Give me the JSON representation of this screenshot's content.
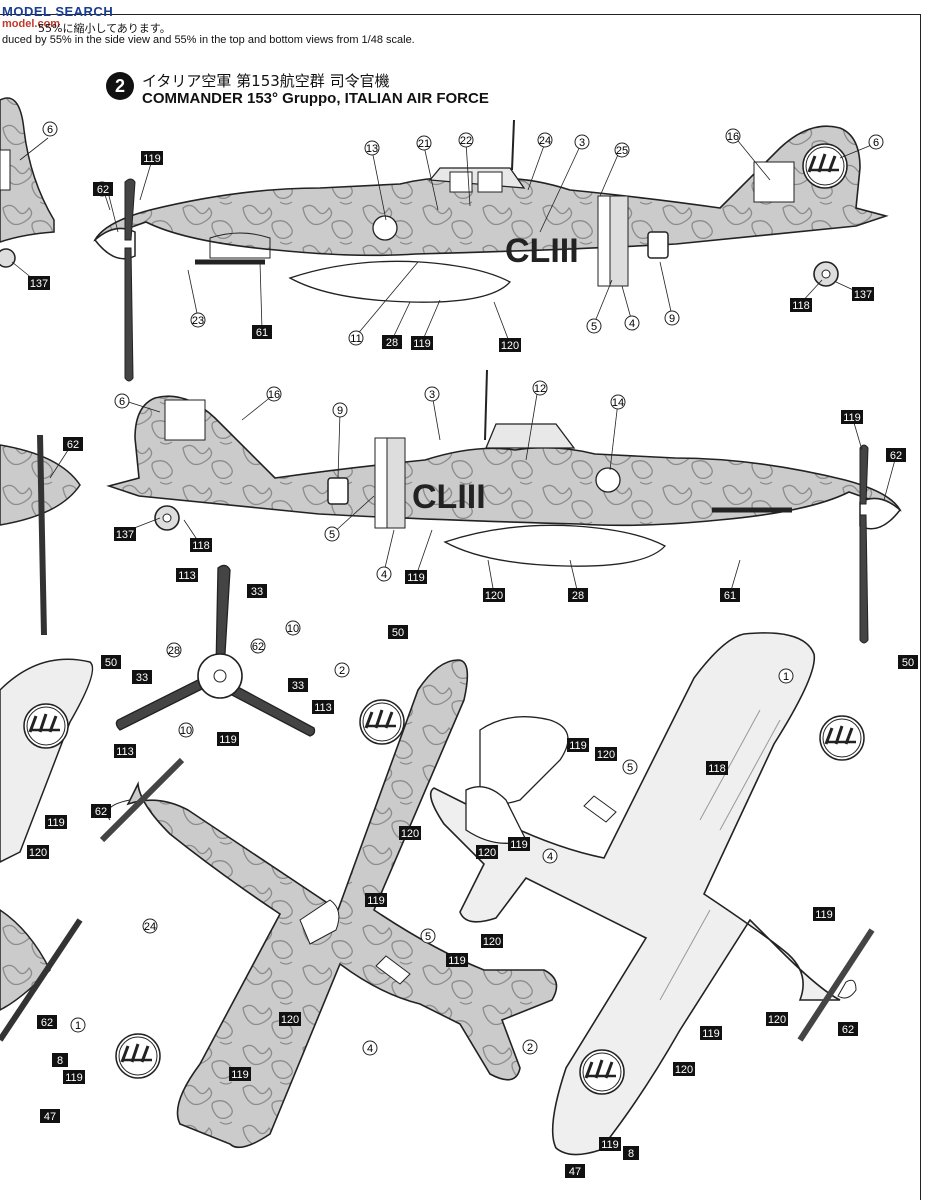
{
  "watermark": {
    "site": "MODEL SEARCH",
    "sub": "model.com"
  },
  "scale_note": {
    "jp": "55%に縮小してあります。",
    "en": "duced by 55% in the side view and 55% in the top and bottom views from 1/48 scale."
  },
  "section": {
    "number": "2",
    "title_jp": "イタリア空軍 第153航空群 司令官機",
    "title_en": "COMMANDER 153° Gruppo, ITALIAN AIR FORCE"
  },
  "aircraft_code": "CLIII",
  "colors": {
    "camo": "#c9c9c9",
    "blotch": "#9a9a9a",
    "outline": "#2a2a2a",
    "light": "#f1f1f1"
  },
  "callouts": {
    "c1": "6",
    "c2": "119",
    "c3": "62",
    "c4": "137",
    "c5": "13",
    "c6": "21",
    "c7": "22",
    "c8": "24",
    "c9": "3",
    "c10": "25",
    "c11": "16",
    "c12": "6",
    "c13": "62",
    "c14": "23",
    "c15": "61",
    "c16": "11",
    "c17": "28",
    "c18": "119",
    "c19": "120",
    "c20": "5",
    "c21": "4",
    "c22": "9",
    "c23": "118",
    "c24": "137",
    "c25": "6",
    "c26": "16",
    "c27": "9",
    "c28": "3",
    "c29": "12",
    "c30": "14",
    "c31": "119",
    "c32": "62",
    "c33": "62",
    "c34": "137",
    "c35": "118",
    "c36": "5",
    "c37": "4",
    "c38": "119",
    "c39": "120",
    "c40": "28",
    "c41": "61",
    "c42": "113",
    "c43": "33",
    "c44": "10",
    "c45": "28",
    "c46": "62",
    "c47": "33",
    "c48": "113",
    "c49": "33",
    "c50": "10",
    "c51": "119",
    "c52": "113",
    "c53": "50",
    "c54": "119",
    "c55": "120",
    "c56": "50",
    "c57": "2",
    "c58": "62",
    "c59": "120",
    "c60": "119",
    "c61": "24",
    "c62": "5",
    "c63": "120",
    "c64": "119",
    "c65": "120",
    "c66": "4",
    "c67": "1",
    "c68": "8",
    "c69": "119",
    "c70": "47",
    "c71": "119",
    "c72": "62",
    "c73": "1",
    "c74": "50",
    "c75": "119",
    "c76": "120",
    "c77": "5",
    "c78": "118",
    "c79": "119",
    "c80": "120",
    "c81": "4",
    "c82": "119",
    "c83": "120",
    "c84": "62",
    "c85": "119",
    "c86": "2",
    "c87": "120",
    "c88": "119",
    "c89": "8",
    "c90": "47"
  }
}
